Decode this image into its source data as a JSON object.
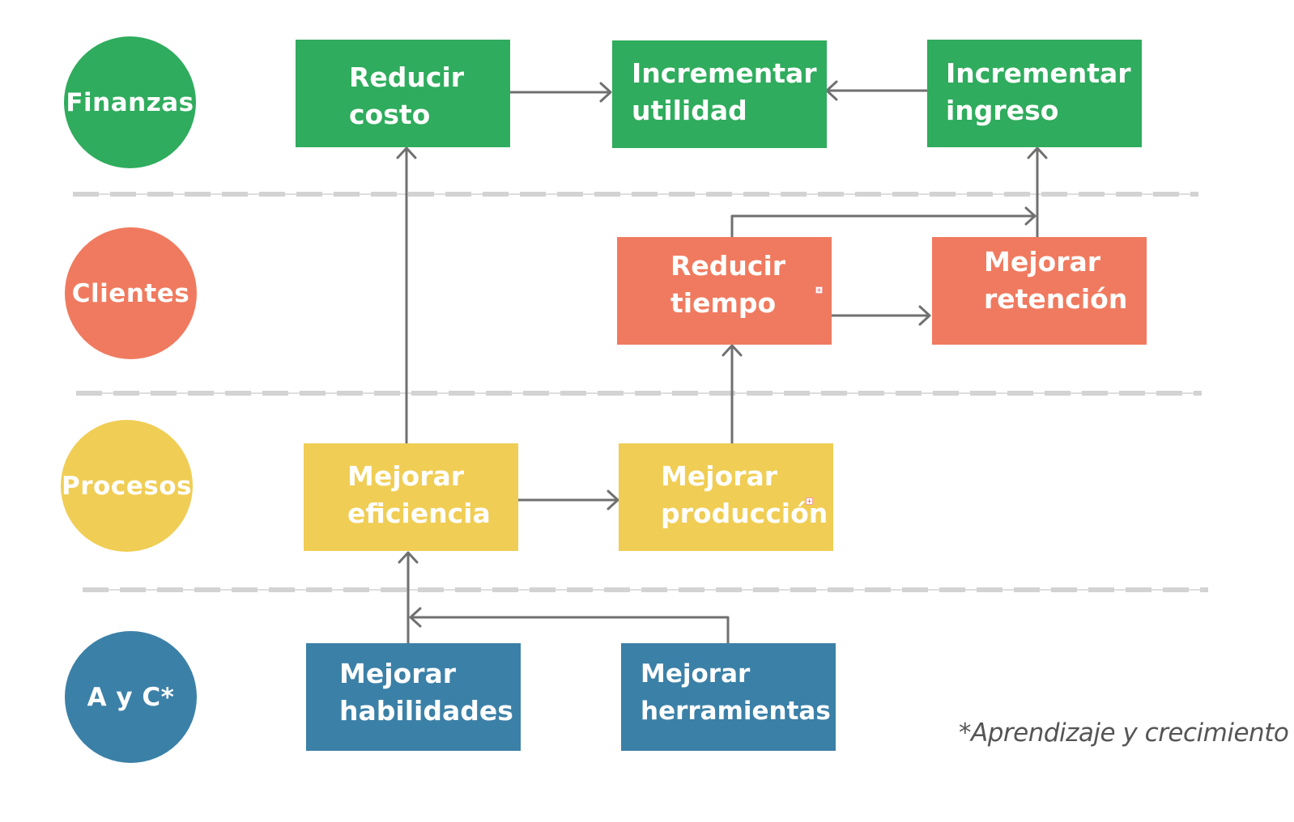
{
  "lanes": {
    "finanzas": {
      "label": "Finanzas",
      "color": "#2fac5d"
    },
    "clientes": {
      "label": "Clientes",
      "color": "#f07a5f"
    },
    "procesos": {
      "label": "Procesos",
      "color": "#f0cd54"
    },
    "ayc": {
      "label": "A y C*",
      "color": "#3b80a7"
    }
  },
  "boxes": {
    "reducir_costo": {
      "line1": "Reducir",
      "line2": "costo"
    },
    "incrementar_utilidad": {
      "line1": "Incrementar",
      "line2": "utilidad"
    },
    "incrementar_ingreso": {
      "line1": "Incrementar",
      "line2": "ingreso"
    },
    "reducir_tiempo": {
      "line1": "Reducir",
      "line2": "tiempo"
    },
    "mejorar_retencion": {
      "line1": "Mejorar",
      "line2": "retención"
    },
    "mejorar_eficiencia": {
      "line1": "Mejorar",
      "line2": "eficiencia"
    },
    "mejorar_produccion": {
      "line1": "Mejorar",
      "line2": "producción"
    },
    "mejorar_habilidades": {
      "line1": "Mejorar",
      "line2": "habilidades"
    },
    "mejorar_herramientas": {
      "line1": "Mejorar",
      "line2": "herramientas"
    }
  },
  "footnote": "*Aprendizaje y crecimiento",
  "colors": {
    "arrow": "#707070",
    "separator": "#d3d3d3"
  }
}
